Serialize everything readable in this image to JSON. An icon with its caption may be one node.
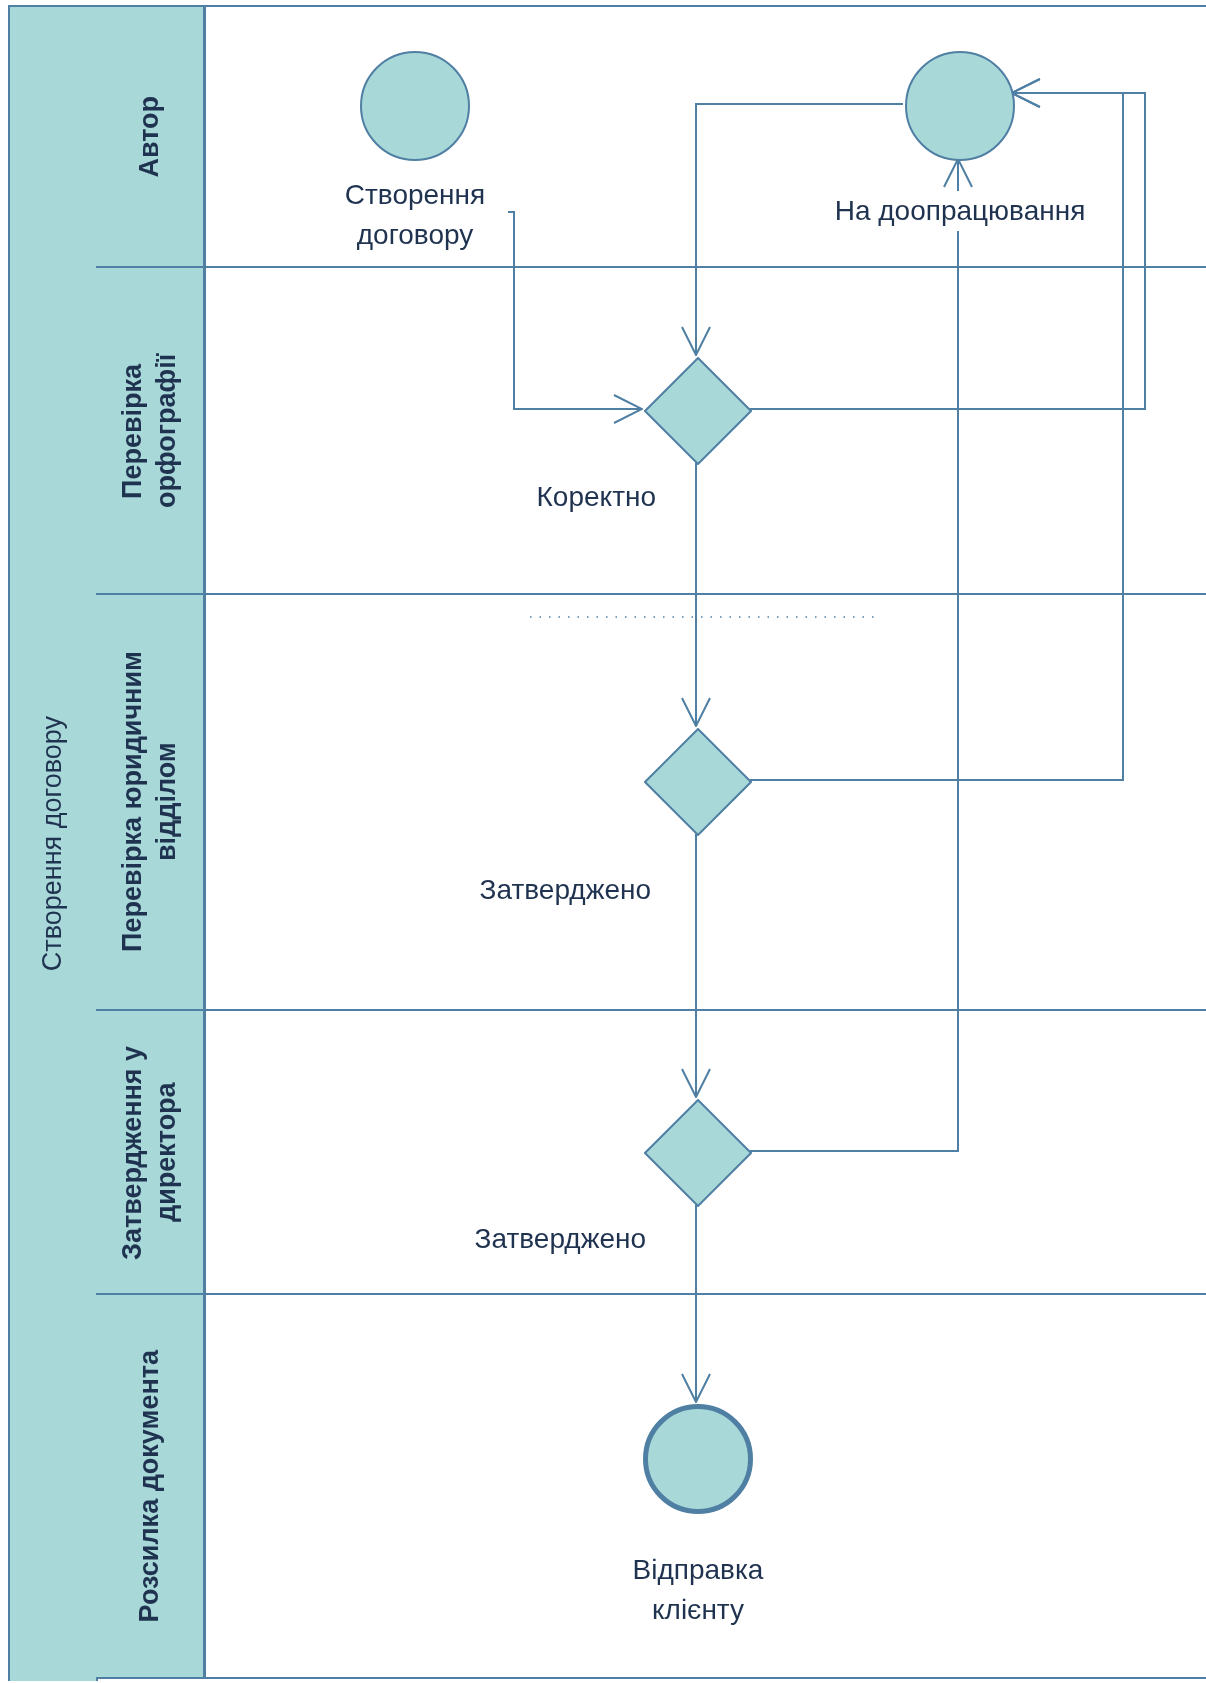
{
  "diagram": {
    "nodes": [
      {
        "text": [
          "Створення договору"
        ]
      },
      {
        "text": [
          "Автор"
        ],
        "in": 0
      },
      {
        "text": [
          "Перевірка орфографії"
        ],
        "in": 0
      },
      {
        "text": [
          "Перевірка юридичним відділом"
        ],
        "in": 0
      },
      {
        "text": [
          "Затвердження у директора"
        ],
        "in": 0
      },
      {
        "text": [
          "Розсилка документа"
        ],
        "in": 0
      },
      {
        "text": [
          "Створення договору"
        ],
        "in": 1
      },
      {
        "text": [
          "На доопрацювання"
        ],
        "in": 1
      },
      {
        "text": [],
        "shape": "diamond",
        "in": 2
      },
      {
        "text": [],
        "shape": "diamond",
        "in": 3
      },
      {
        "text": [],
        "shape": "diamond",
        "in": 4
      },
      {
        "text": [
          "Відправка клієнту"
        ],
        "in": 5
      }
    ],
    "edges": [
      {
        "from": 6,
        "to": 8,
        "arrow": "to"
      },
      {
        "from": 7,
        "to": 8,
        "arrow": "to"
      },
      {
        "from": 8,
        "to": 7,
        "arrow": "to"
      },
      {
        "from": 9,
        "to": 7,
        "arrow": "to"
      },
      {
        "from": 8,
        "to": 9,
        "arrow": "to",
        "label": "Коректно"
      },
      {
        "from": 9,
        "to": 10,
        "arrow": "to",
        "label": "Затверджено"
      },
      {
        "from": 10,
        "to": 7,
        "arrow": "to"
      },
      {
        "from": 10,
        "to": 11,
        "arrow": "to",
        "label": "Затверджено"
      }
    ]
  }
}
